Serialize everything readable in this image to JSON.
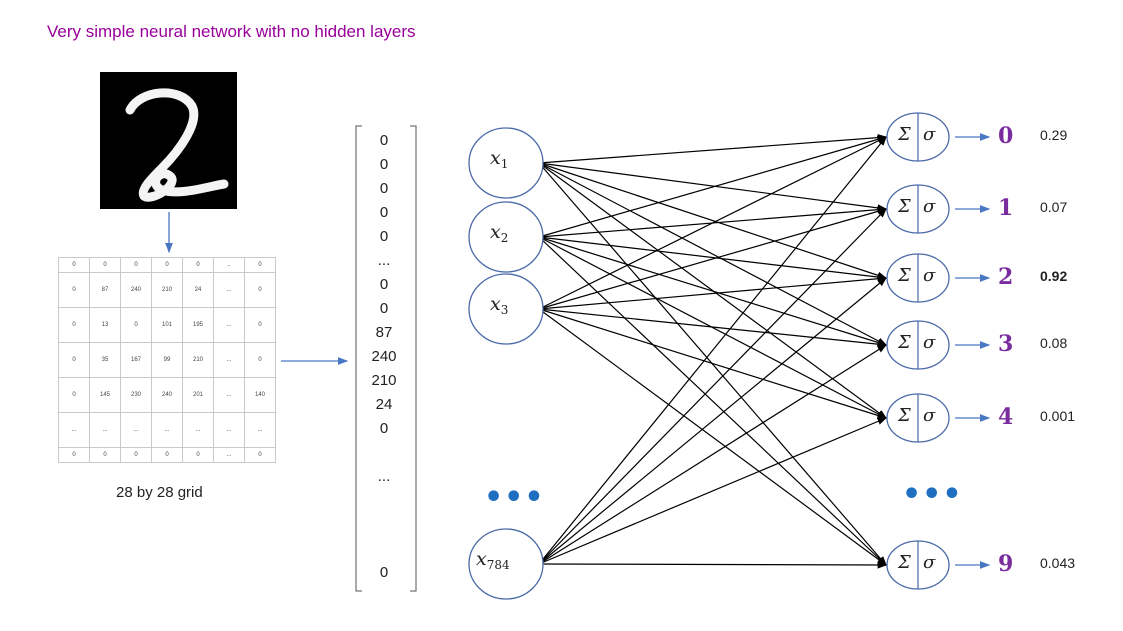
{
  "title": "Very simple neural network with no hidden layers",
  "grid": {
    "rows": [
      [
        "0",
        "0",
        "0",
        "0",
        "0",
        "..",
        "0"
      ],
      [
        "0",
        "87",
        "240",
        "210",
        "24",
        "...",
        "0"
      ],
      [
        "0",
        "13",
        "0",
        "101",
        "195",
        "...",
        "0"
      ],
      [
        "0",
        "35",
        "167",
        "99",
        "210",
        "...",
        "0"
      ],
      [
        "0",
        "145",
        "230",
        "240",
        "201",
        "...",
        "140"
      ],
      [
        "...",
        "...",
        "...",
        "...",
        "...",
        "...",
        "..."
      ],
      [
        "0",
        "0",
        "0",
        "0",
        "0",
        "...",
        "0"
      ]
    ],
    "caption": "28 by 28 grid"
  },
  "vector": [
    "0",
    "0",
    "0",
    "0",
    "0",
    "...",
    "0",
    "0",
    "87",
    "240",
    "210",
    "24",
    "0",
    "...",
    "0"
  ],
  "inputs": [
    {
      "base": "x",
      "sub": "1"
    },
    {
      "base": "x",
      "sub": "2"
    },
    {
      "base": "x",
      "sub": "3"
    },
    {
      "base": "x",
      "sub": "784"
    }
  ],
  "input_ellipsis": "•••",
  "output_ellipsis": "•••",
  "outputs": [
    {
      "sum": "Σ",
      "act": "σ",
      "label": "0",
      "prob": "0.29",
      "bold": false
    },
    {
      "sum": "Σ",
      "act": "σ",
      "label": "1",
      "prob": "0.07",
      "bold": false
    },
    {
      "sum": "Σ",
      "act": "σ",
      "label": "2",
      "prob": "0.92",
      "bold": true
    },
    {
      "sum": "Σ",
      "act": "σ",
      "label": "3",
      "prob": "0.08",
      "bold": false
    },
    {
      "sum": "Σ",
      "act": "σ",
      "label": "4",
      "prob": "0.001",
      "bold": false
    },
    {
      "sum": "Σ",
      "act": "σ",
      "label": "9",
      "prob": "0.043",
      "bold": false
    }
  ],
  "colors": {
    "title": "#99009a",
    "node_stroke": "#4a6aa8",
    "arrow_blue": "#4a77c4",
    "class_label": "#7a2c9e",
    "dots": "#1e6fc0"
  }
}
